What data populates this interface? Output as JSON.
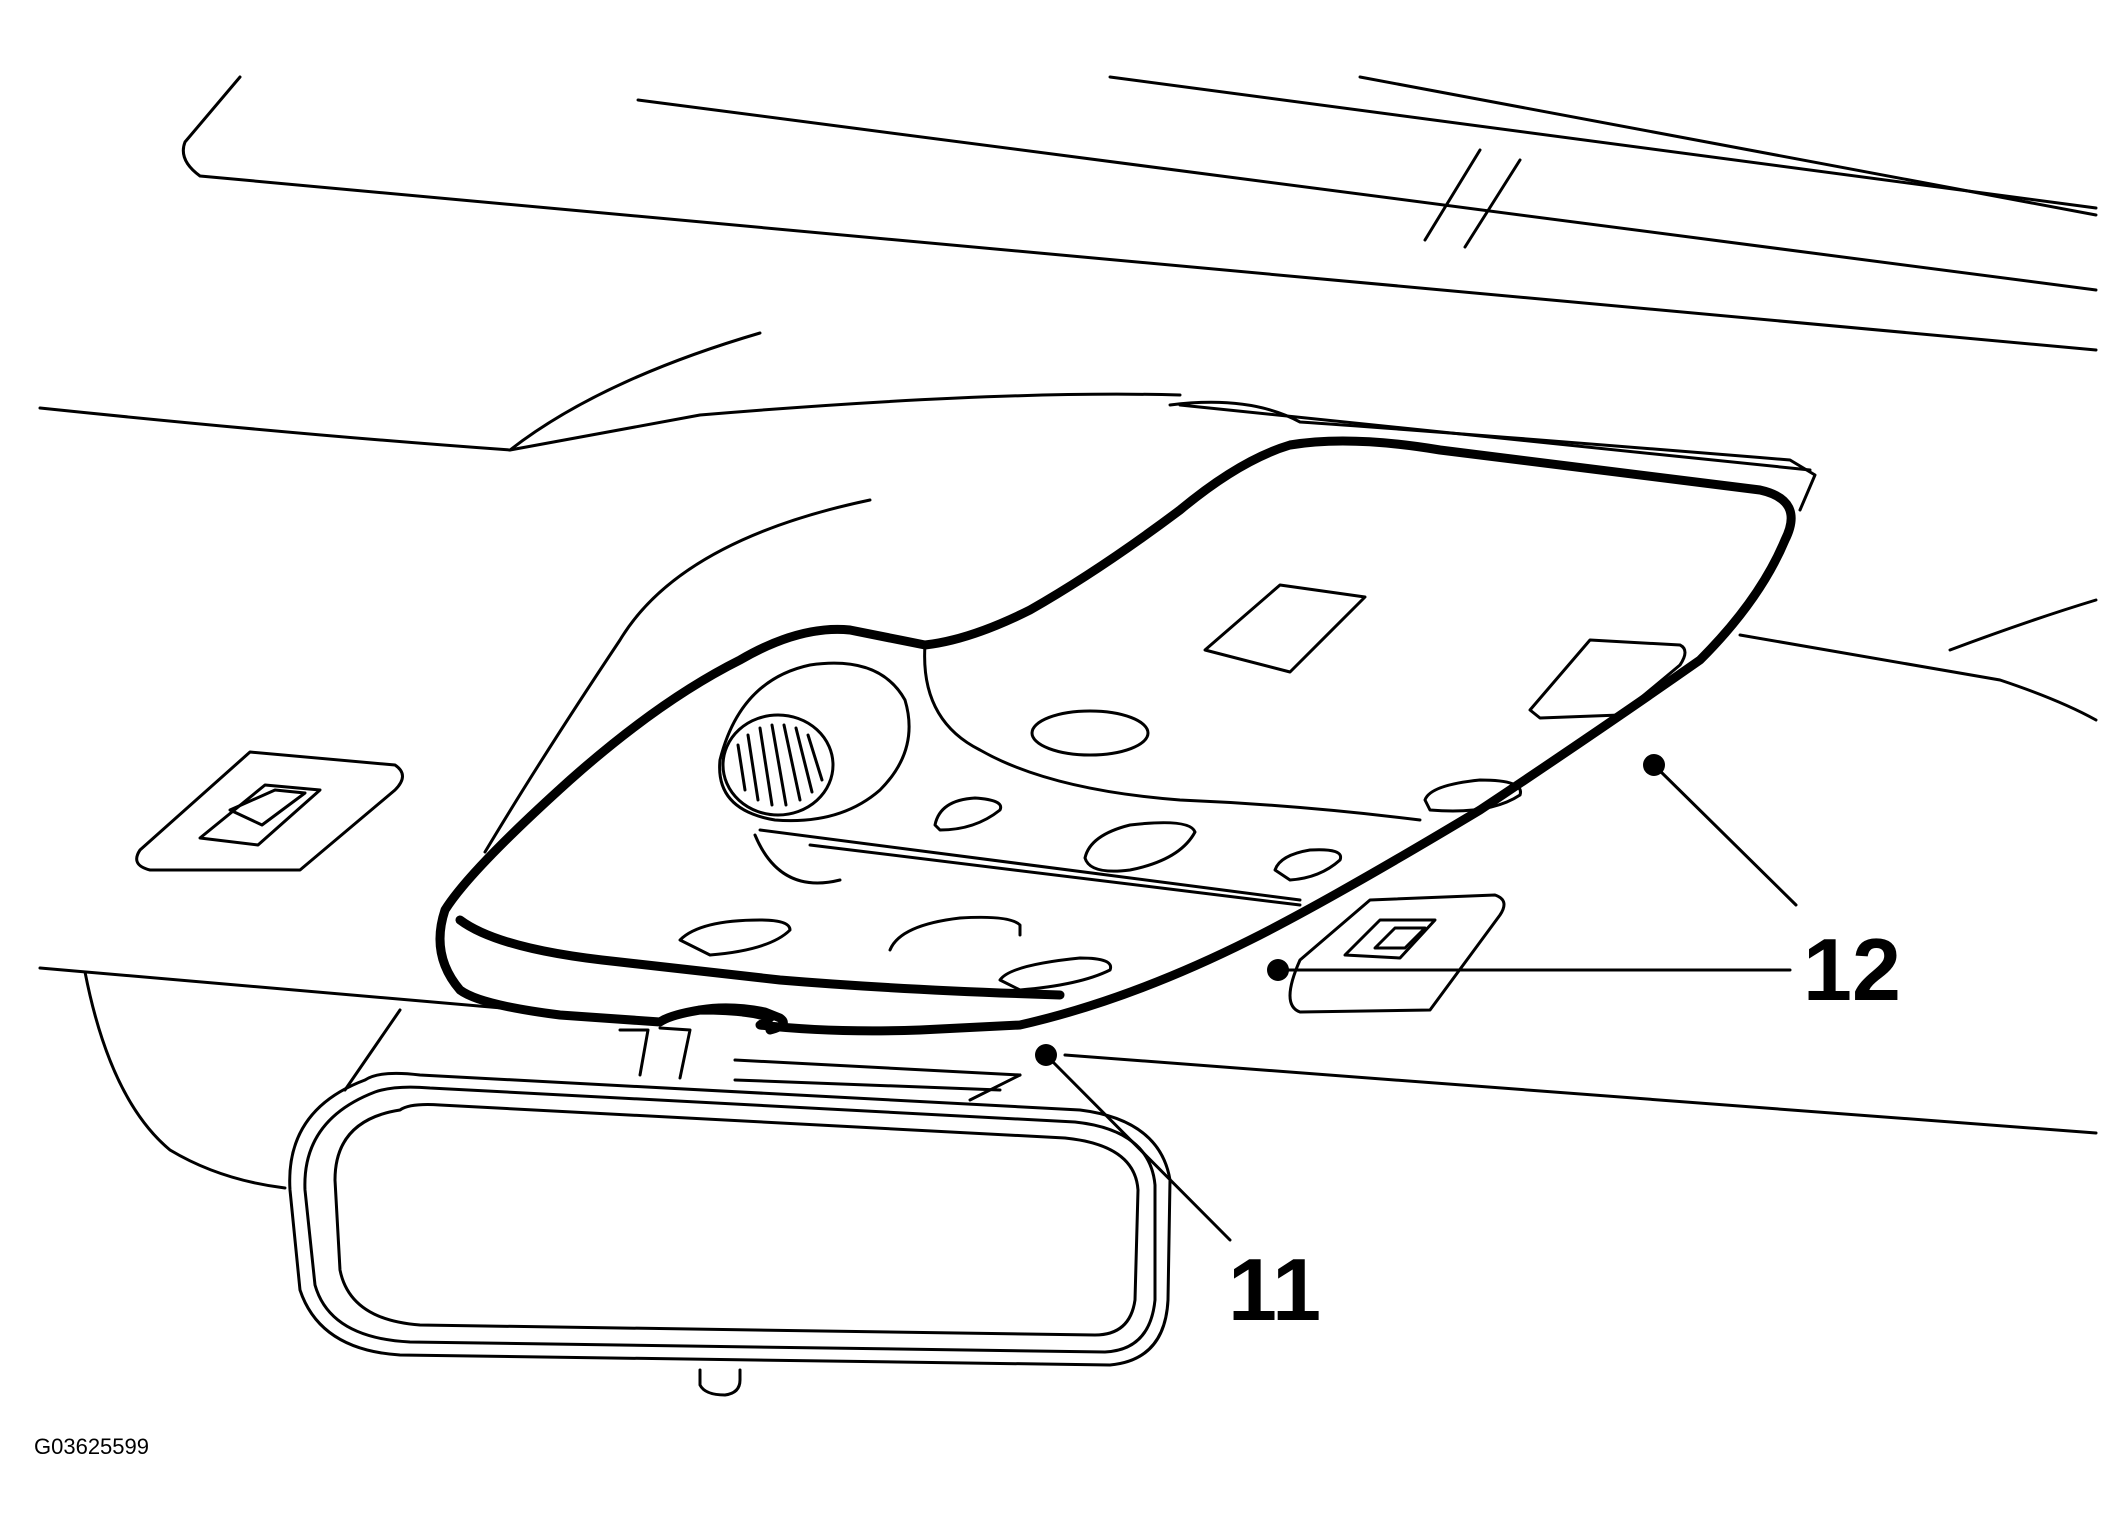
{
  "callouts": [
    {
      "number": "12",
      "label_text": "12"
    },
    {
      "number": "11",
      "label_text": "11"
    }
  ],
  "figure_id": "G03625599"
}
